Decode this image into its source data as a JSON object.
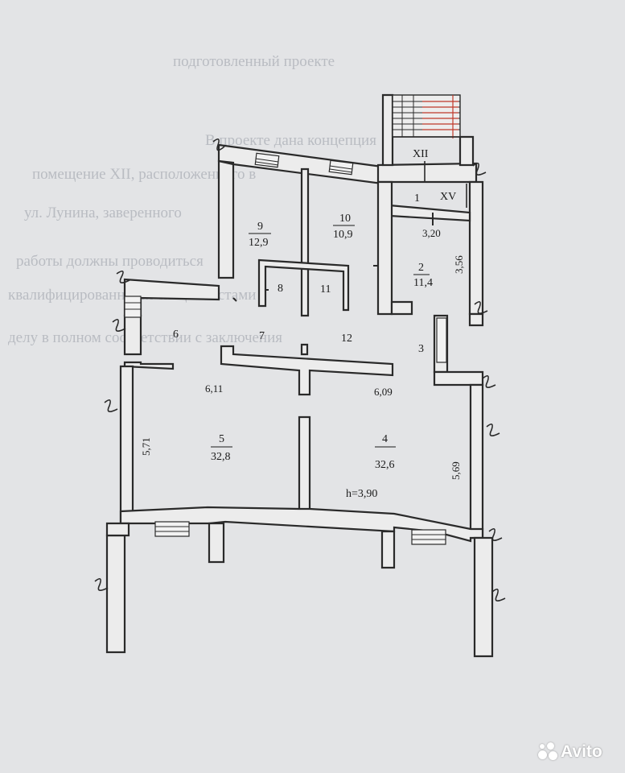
{
  "background_text": {
    "heading": "подготовленный проекте",
    "lines": [
      "В проекте дана концепция",
      "помещение XII, расположенного в",
      "ул. Лунина, заверенного",
      "работы должны проводиться",
      "квалифицированными специалистами",
      "делу в полном соответствии с заключения"
    ]
  },
  "rooms": [
    {
      "number": "1"
    },
    {
      "number": "2",
      "area": "11,4"
    },
    {
      "number": "3"
    },
    {
      "number": "4",
      "area": "32,6"
    },
    {
      "number": "5",
      "area": "32,8"
    },
    {
      "number": "6"
    },
    {
      "number": "7"
    },
    {
      "number": "8"
    },
    {
      "number": "9",
      "area": "12,9"
    },
    {
      "number": "10",
      "area": "10,9"
    },
    {
      "number": "11"
    },
    {
      "number": "12"
    }
  ],
  "labels": {
    "stair_XII": "XII",
    "room_XV": "XV"
  },
  "dimensions": {
    "d_3_20": "3,20",
    "d_3_56": "3,56",
    "d_6_11": "6,11",
    "d_6_09": "6,09",
    "d_5_71": "5,71",
    "d_5_69": "5,69",
    "height": "h=3,90"
  },
  "watermark": {
    "brand": "Avito"
  },
  "colors": {
    "paper": "#e3e4e6",
    "line": "#2a2a2a",
    "stair_red": "#c0392b"
  }
}
